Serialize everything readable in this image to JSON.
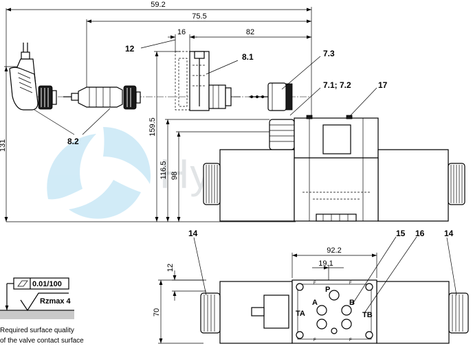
{
  "dimensions": {
    "d_59_2": "59.2",
    "d_75_5": "75.5",
    "d_16": "16",
    "d_82": "82",
    "d_131": "131",
    "d_159_5": "159.5",
    "d_116_5": "116.5",
    "d_98": "98",
    "d_92_2": "92.2",
    "d_19_1": "19.1",
    "d_12": "12",
    "d_70": "70"
  },
  "callouts": {
    "c12": "12",
    "c8_1": "8.1",
    "c7_3": "7.3",
    "c7_1_7_2": "7.1; 7.2",
    "c17": "17",
    "c8_2": "8.2",
    "c14_left": "14",
    "c15": "15",
    "c16": "16",
    "c14_right": "14"
  },
  "ports": {
    "p": "P",
    "a": "A",
    "b": "B",
    "ta": "TA",
    "tb": "TB",
    "f": "F"
  },
  "surface": {
    "flatness": "0.01/100",
    "roughness": "Rzmax 4",
    "caption_line1": "Required surface quality",
    "caption_line2": "of the valve contact surface"
  },
  "watermark": {
    "text": "Hydrotech"
  }
}
